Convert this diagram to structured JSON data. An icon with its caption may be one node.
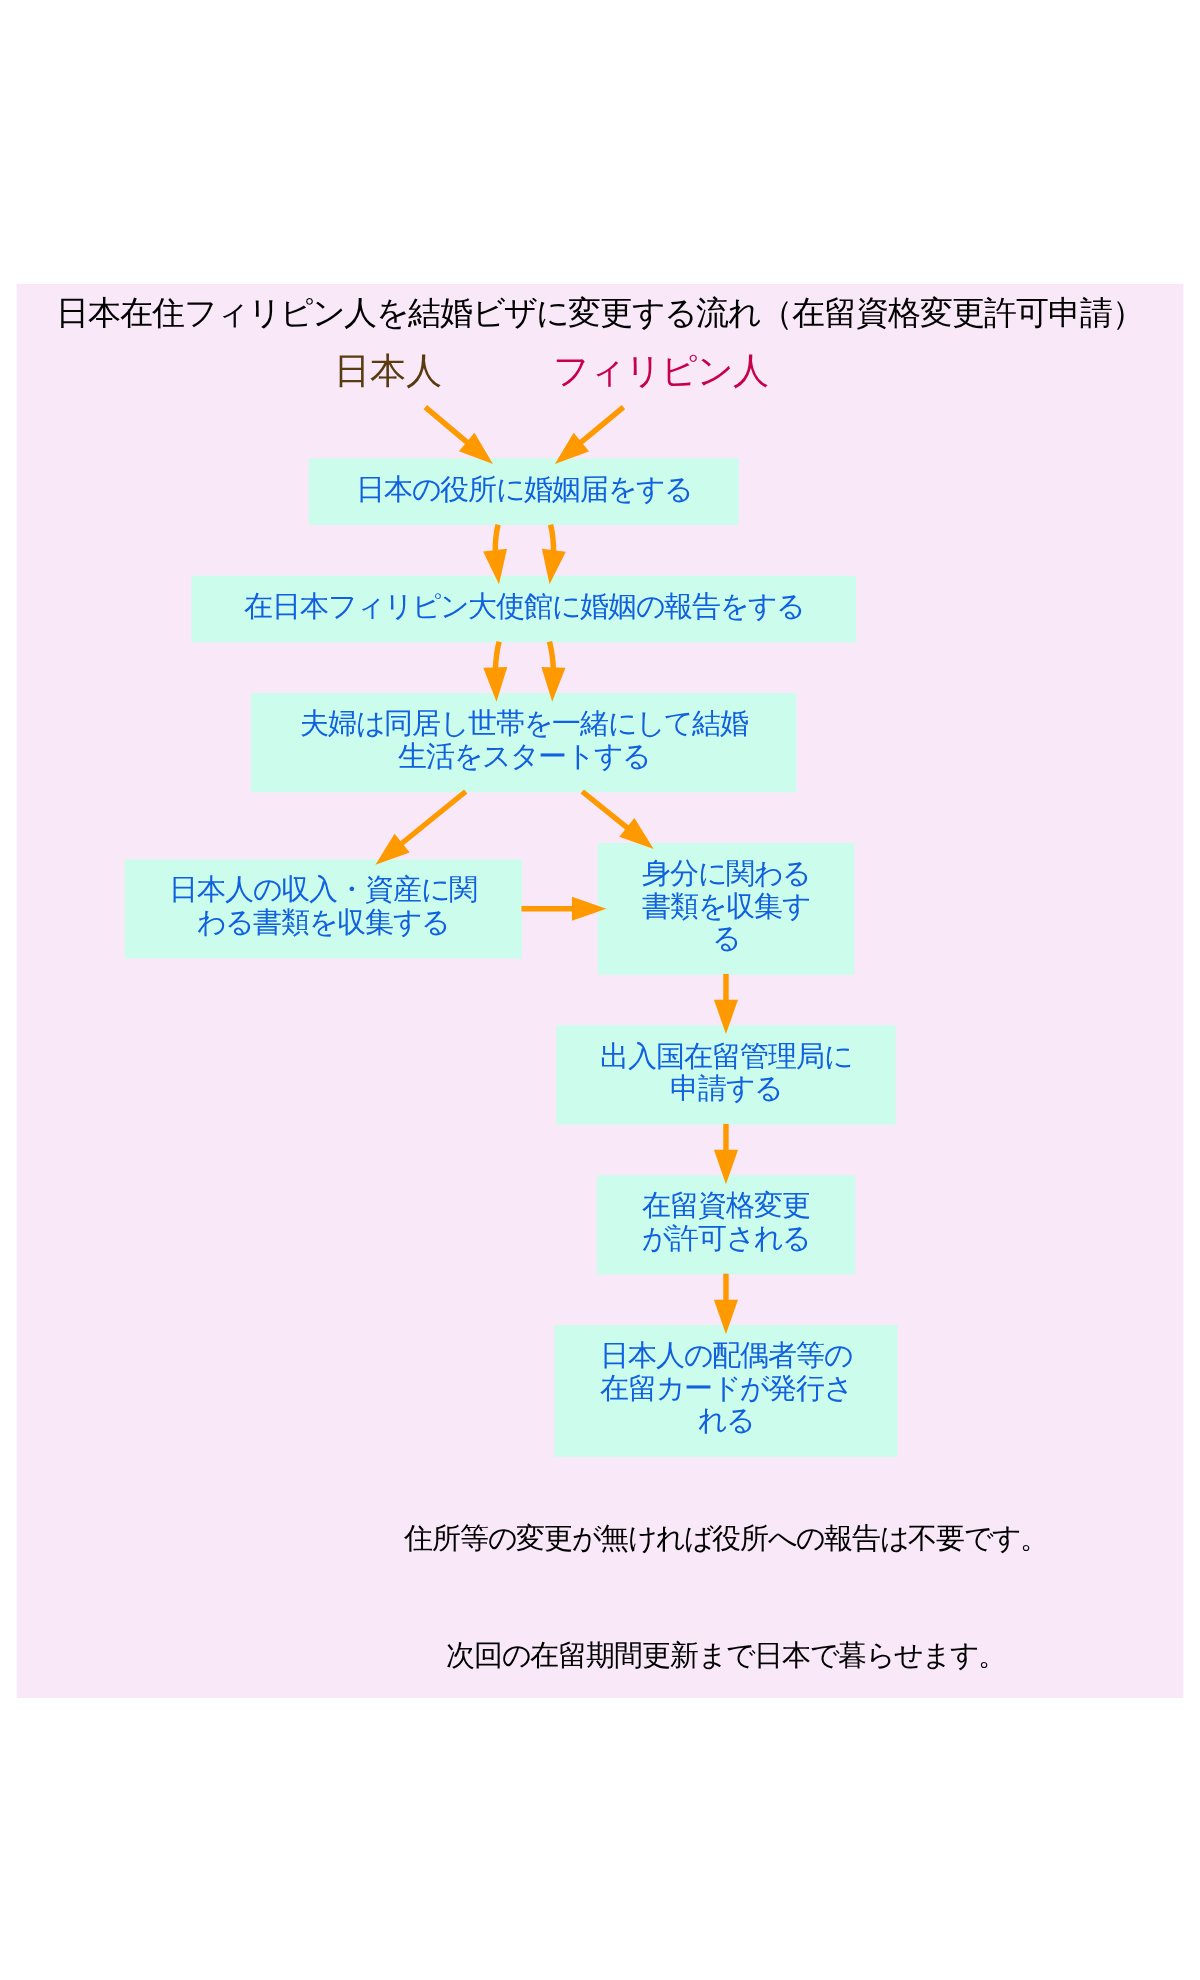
{
  "diagram": {
    "title": "日本在住フィリピン人を結婚ビザに変更する流れ（在留資格変更許可申請）",
    "nodes": [
      {
        "text": [
          "日本人"
        ]
      },
      {
        "text": [
          "フィリピン人"
        ]
      },
      {
        "text": [
          "日本の役所に婚姻届をする"
        ]
      },
      {
        "text": [
          "在日本フィリピン大使館に婚姻の報告をする"
        ]
      },
      {
        "text": [
          "夫婦は同居し世帯を一緒にして結婚生活をスタートする"
        ]
      },
      {
        "text": [
          "日本人の収入・資産に関わる書類を収集する"
        ]
      },
      {
        "text": [
          "身分に関わる書類を収集する"
        ]
      },
      {
        "text": [
          "出入国在留管理局に申請する"
        ]
      },
      {
        "text": [
          "在留資格変更が許可される"
        ]
      },
      {
        "text": [
          "日本人の配偶者等の在留カードが発行される"
        ]
      }
    ],
    "edges": [
      {
        "from": 0,
        "to": 2,
        "arrow": "to"
      },
      {
        "from": 1,
        "to": 2,
        "arrow": "to"
      },
      {
        "from": 2,
        "to": 3,
        "arrow": "to"
      },
      {
        "from": 2,
        "to": 3,
        "arrow": "to"
      },
      {
        "from": 3,
        "to": 4,
        "arrow": "to"
      },
      {
        "from": 3,
        "to": 4,
        "arrow": "to"
      },
      {
        "from": 4,
        "to": 5,
        "arrow": "to"
      },
      {
        "from": 4,
        "to": 6,
        "arrow": "to"
      },
      {
        "from": 5,
        "to": 6,
        "arrow": "to"
      },
      {
        "from": 6,
        "to": 7,
        "arrow": "to"
      },
      {
        "from": 7,
        "to": 8,
        "arrow": "to"
      },
      {
        "from": 8,
        "to": 9,
        "arrow": "to"
      }
    ],
    "labels": [
      "住所等の変更が無ければ役所への報告は不要です。",
      "次回の在留期間更新まで日本で暮らせます。"
    ]
  }
}
